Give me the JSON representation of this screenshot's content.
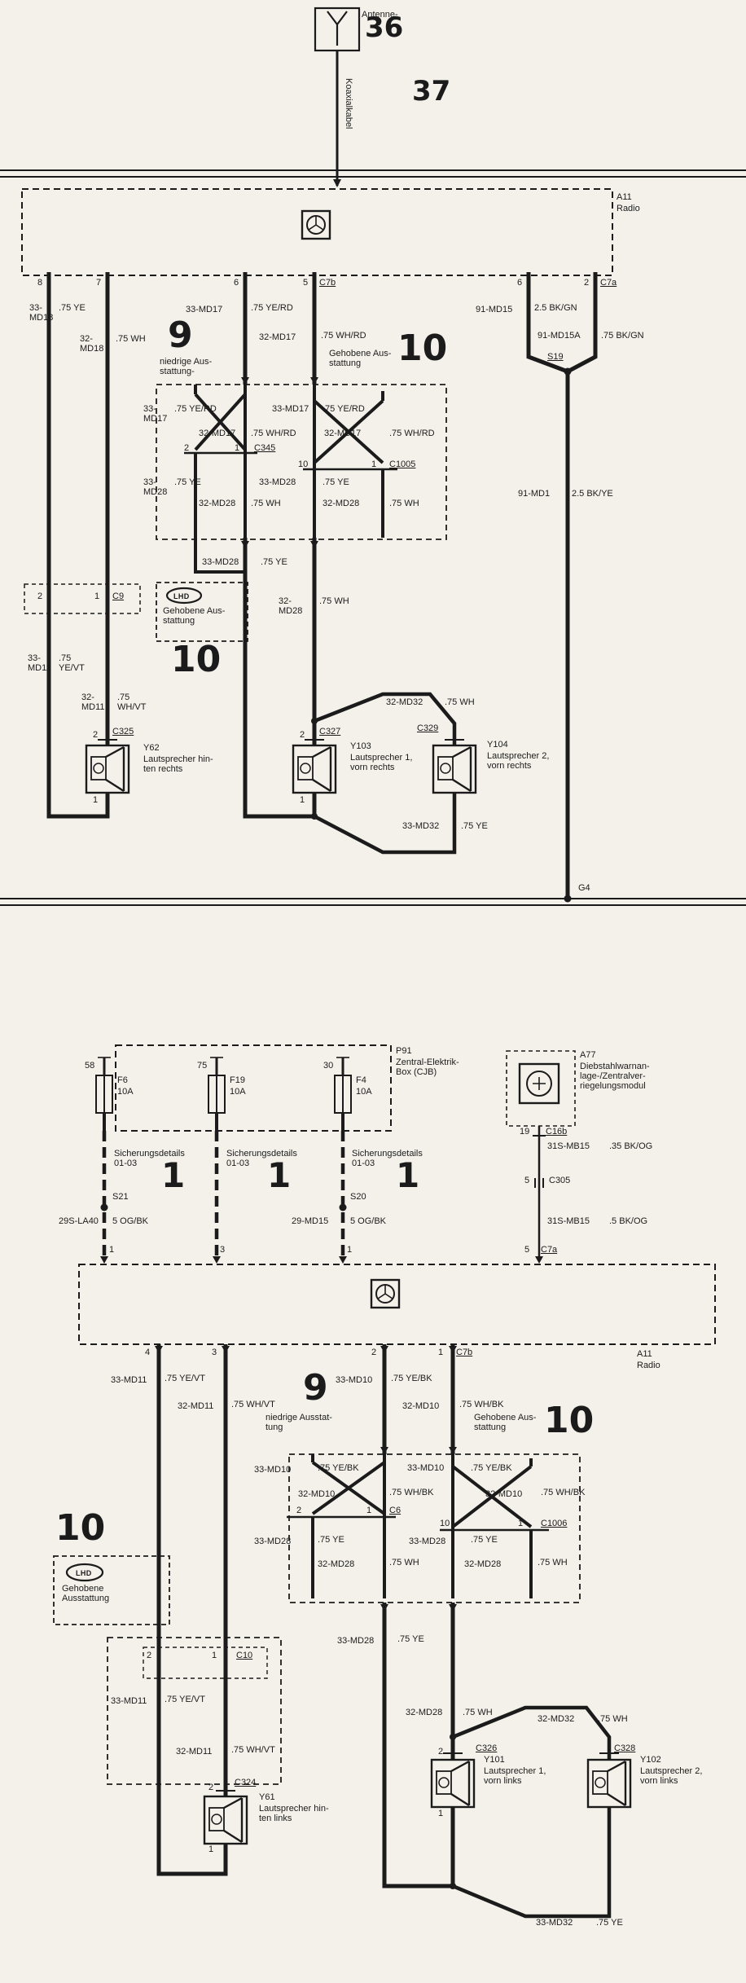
{
  "colors": {
    "ink": "#1b1b1b",
    "paper": "#f3f1ea"
  },
  "top": {
    "antenna": {
      "label": "Antenne-",
      "num": "36"
    },
    "coax": {
      "label": "Koaxialkabel",
      "num": "37"
    },
    "radio": {
      "ref": "A11",
      "name": "Radio"
    },
    "conn": {
      "p8": "8",
      "p7": "7",
      "p6": "6",
      "p5": "5",
      "c7b": "C7b",
      "p6r": "6",
      "p2r": "2",
      "c7a": "C7a"
    },
    "w_33md18": {
      "c": "33-\nMD18",
      "s": ".75 YE"
    },
    "w_32md18": {
      "c": "32-\nMD18",
      "s": ".75 WH"
    },
    "w_33md17": {
      "c": "33-MD17",
      "s": ".75 YE/RD"
    },
    "w_32md17": {
      "c": "32-MD17",
      "s": ".75 WH/RD"
    },
    "w_91md15": {
      "c": "91-MD15",
      "s": "2.5 BK/GN"
    },
    "w_91md15a": {
      "c": "91-MD15A",
      "s": ".75 BK/GN"
    },
    "s19": "S19",
    "var9": {
      "num": "9",
      "text": "niedrige Aus-\nstattung-"
    },
    "var10": {
      "num": "10",
      "text": "Gehobene Aus-\nstattung"
    },
    "optbox": {
      "l1": {
        "c": "33-\nMD17",
        "s": ".75 YE/RD"
      },
      "r1": {
        "c": "33-MD17",
        "s": ".75 YE/RD"
      },
      "l2": {
        "c": "32-MD17",
        "s": ".75 WH/RD"
      },
      "r2": {
        "c": "32-MD17",
        "s": ".75 WH/RD"
      },
      "c345": {
        "p2": "2",
        "p1": "1",
        "ref": "C345"
      },
      "c1005": {
        "p10": "10",
        "p1": "1",
        "ref": "C1005"
      },
      "l3": {
        "c": "33-\nMD28",
        "s": ".75 YE"
      },
      "r3": {
        "c": "33-MD28",
        "s": ".75 YE"
      },
      "l4": {
        "c": "32-MD28",
        "s": ".75 WH"
      },
      "r4": {
        "c": "32-MD28",
        "s": ".75 WH"
      }
    },
    "w_33md28h": {
      "c": "33-MD28",
      "s": ".75 YE"
    },
    "w_91md1": {
      "c": "91-MD1",
      "s": "2.5 BK/YE"
    },
    "c9": {
      "p2": "2",
      "p1": "1",
      "ref": "C9"
    },
    "lhd": {
      "badge": "LHD",
      "text": "Gehobene Aus-\nstattung",
      "num": "10"
    },
    "w_32md28": {
      "c": "32-\nMD28",
      "s": ".75 WH"
    },
    "w_33md11": {
      "c": "33-\nMD11",
      "s": ".75\nYE/VT"
    },
    "w_32md11": {
      "c": "32-\nMD11",
      "s": ".75\nWH/VT"
    },
    "y62": {
      "conn": "C325",
      "p2": "2",
      "ref": "Y62",
      "name": "Lautsprecher hin-\nten rechts",
      "p1": "1"
    },
    "y103": {
      "conn": "C327",
      "p2": "2",
      "ref": "Y103",
      "name": "Lautsprecher 1,\nvorn rechts",
      "p1": "1"
    },
    "y104": {
      "conn": "C329",
      "ref": "Y104",
      "name": "Lautsprecher 2,\nvorn rechts"
    },
    "w_32md32": {
      "c": "32-MD32",
      "s": ".75 WH"
    },
    "w_33md32": {
      "c": "33-MD32",
      "s": ".75 YE"
    },
    "g4": "G4"
  },
  "bottom": {
    "cjb": {
      "ref": "P91",
      "name": "Zentral-Elektrik-\nBox (CJB)"
    },
    "f6": {
      "pin": "58",
      "ref": "F6",
      "amp": "10A"
    },
    "f19": {
      "pin": "75",
      "ref": "F19",
      "amp": "10A"
    },
    "f4": {
      "pin": "30",
      "ref": "F4",
      "amp": "10A"
    },
    "a77": {
      "ref": "A77",
      "name": "Diebstahlwarnan-\nlage-/Zentralver-\nriegelungsmodul"
    },
    "fusedetail": {
      "text": "Sicherungsdetails\n01-03",
      "num": "1"
    },
    "c16b": {
      "pin": "19",
      "ref": "C16b"
    },
    "w_31smb15a": {
      "c": "31S-MB15",
      "s": ".35 BK/OG"
    },
    "c305": {
      "pin": "5",
      "ref": "C305"
    },
    "s21": "S21",
    "s20": "S20",
    "w_29sla40": {
      "c": "29S-LA40",
      "s": "5 OG/BK"
    },
    "w_29md15": {
      "c": "29-MD15",
      "s": "5 OG/BK"
    },
    "w_31smb15b": {
      "c": "31S-MB15",
      "s": ".5 BK/OG"
    },
    "conn_top": {
      "p1": "1",
      "p3": "3",
      "p1b": "1",
      "p5": "5",
      "c7a": "C7a"
    },
    "radio": {
      "ref": "A11",
      "name": "Radio"
    },
    "conn_bottom": {
      "p4": "4",
      "p3": "3",
      "p2": "2",
      "p1": "1",
      "c7b": "C7b"
    },
    "w_33md11": {
      "c": "33-MD11",
      "s": ".75 YE/VT"
    },
    "w_32md11": {
      "c": "32-MD11",
      "s": ".75 WH/VT"
    },
    "w_33md10": {
      "c": "33-MD10",
      "s": ".75 YE/BK"
    },
    "w_32md10": {
      "c": "32-MD10",
      "s": ".75 WH/BK"
    },
    "var9": {
      "num": "9",
      "text": "niedrige Ausstat-\ntung"
    },
    "var10": {
      "num": "10",
      "text": "Gehobene Aus-\nstattung"
    },
    "optbox": {
      "l1": {
        "c": "33-MD10",
        "s": ".75 YE/BK"
      },
      "r1": {
        "c": "33-MD10",
        "s": ".75 YE/BK"
      },
      "l2": {
        "c": "32-MD10",
        "s": ".75 WH/BK"
      },
      "r2": {
        "c": "32-MD10",
        "s": ".75 WH/BK"
      },
      "c6": {
        "p2": "2",
        "p1": "1",
        "ref": "C6"
      },
      "c1006": {
        "p10": "10",
        "p1": "1",
        "ref": "C1006"
      },
      "l3": {
        "c": "33-MD28",
        "s": ".75 YE"
      },
      "r3": {
        "c": "33-MD28",
        "s": ".75 YE"
      },
      "l4": {
        "c": "32-MD28",
        "s": ".75 WH"
      },
      "r4": {
        "c": "32-MD28",
        "s": ".75 WH"
      }
    },
    "lhd": {
      "num": "10",
      "badge": "LHD",
      "text": "Gehobene\nAusstattung"
    },
    "c10": {
      "p2": "2",
      "p1": "1",
      "ref": "C10"
    },
    "w_33md11b": {
      "c": "33-MD11",
      "s": ".75 YE/VT"
    },
    "w_32md11b": {
      "c": "32-MD11",
      "s": ".75 WH/VT"
    },
    "y61": {
      "conn": "C324",
      "p2": "2",
      "ref": "Y61",
      "name": "Lautsprecher hin-\nten links",
      "p1": "1"
    },
    "w_33md28": {
      "c": "33-MD28",
      "s": ".75 YE"
    },
    "w_32md28": {
      "c": "32-MD28",
      "s": ".75 WH"
    },
    "y101": {
      "conn": "C326",
      "p2": "2",
      "ref": "Y101",
      "name": "Lautsprecher 1,\nvorn links",
      "p1": "1"
    },
    "y102": {
      "conn": "C328",
      "ref": "Y102",
      "name": "Lautsprecher 2,\nvorn links"
    },
    "w_32md32": {
      "c": "32-MD32",
      "s": ".75 WH"
    },
    "w_33md32": {
      "c": "33-MD32",
      "s": ".75 YE"
    }
  }
}
